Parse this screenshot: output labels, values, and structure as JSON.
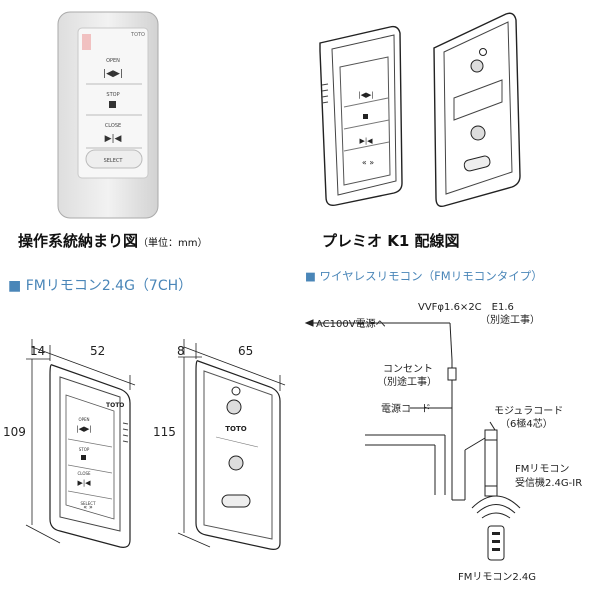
{
  "photo_remote": {
    "brand": "TOTO",
    "buttons": [
      "OPEN",
      "STOP",
      "CLOSE",
      "SELECT"
    ]
  },
  "headings": {
    "left": "操作系統納まり図",
    "left_unit": "（単位：mm）",
    "right": "プレミオ K1 配線図"
  },
  "sections": {
    "left": "FMリモコン2.4G（7CH）",
    "right": "ワイヤレスリモコン（FMリモコンタイプ）"
  },
  "dimensions": {
    "remote_depth": "14",
    "remote_width": "52",
    "remote_height": "109",
    "holder_depth": "8",
    "holder_width": "65",
    "holder_height": "115"
  },
  "drawing_remote": {
    "brand": "TOTO",
    "buttons": [
      "OPEN",
      "STOP",
      "CLOSE",
      "SELECT"
    ]
  },
  "drawing_holder": {
    "brand": "TOTO"
  },
  "wiring": {
    "power": "AC100V電源へ",
    "cable": "VVFφ1.6×2C　E1.6",
    "cable_note": "（別途工事）",
    "outlet": "コンセント",
    "outlet_note": "（別途工事）",
    "power_cord": "電源コード",
    "modular_cord": "モジュラコード",
    "modular_note": "（6極4芯）",
    "receiver_line1": "FMリモコン",
    "receiver_line2": "受信機2.4G-IR",
    "remote_label": "FMリモコン2.4G"
  }
}
